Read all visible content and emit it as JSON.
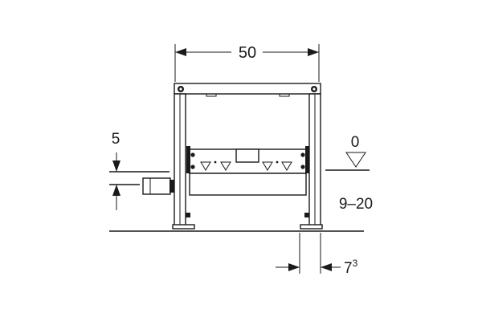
{
  "drawing": {
    "width_label": "50",
    "left_level_label": "5",
    "right_level_label": "0",
    "height_range_label": "9–20",
    "foot_offset_base": "7",
    "foot_offset_sup": "3"
  },
  "colors": {
    "line": "#1a1a1a",
    "background": "#ffffff"
  },
  "icons": {
    "dimension_arrow": "arrow-head",
    "level_marker": "triangle-level-marker"
  }
}
